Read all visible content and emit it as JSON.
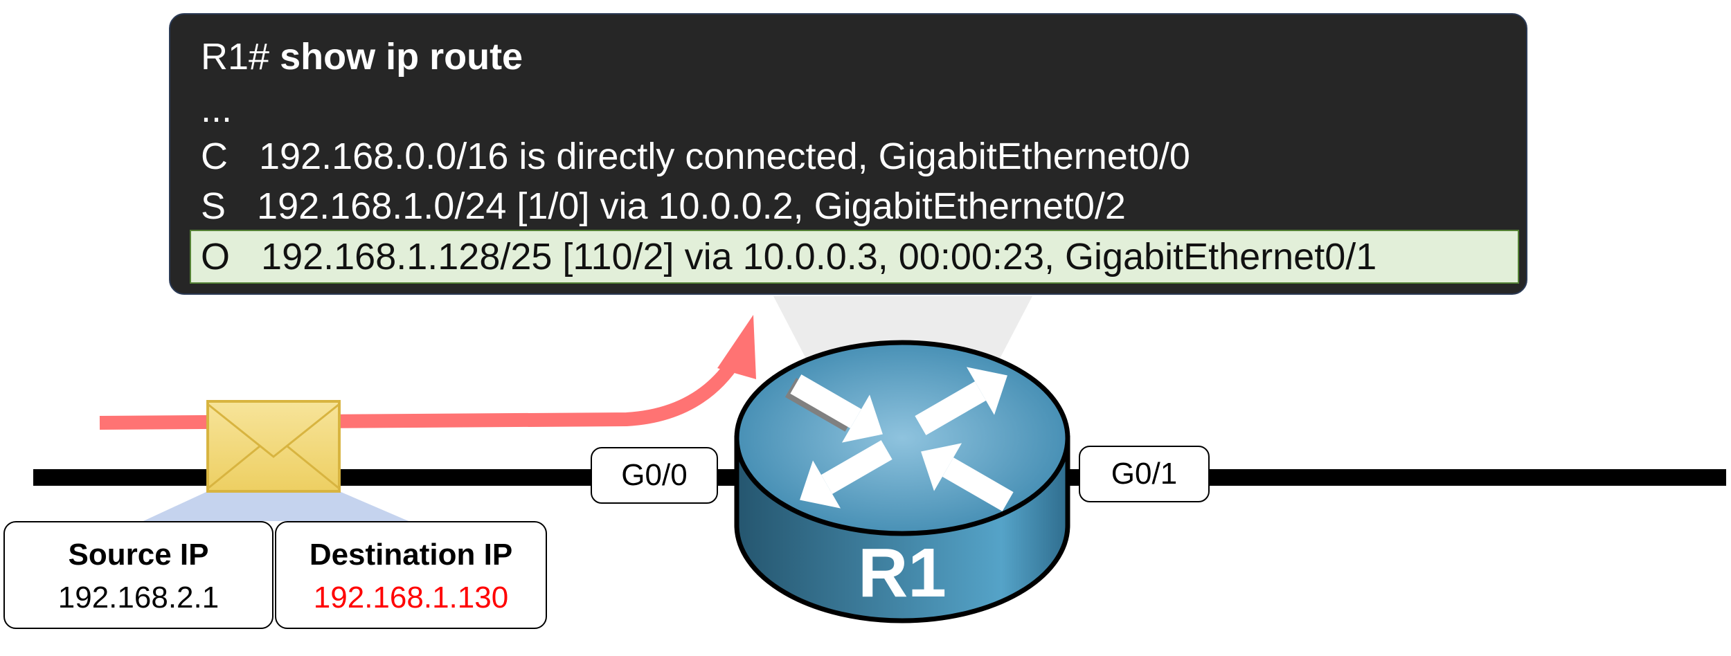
{
  "terminal": {
    "prompt": "R1# ",
    "command": "show ip route",
    "ellipsis": "...",
    "routes": [
      {
        "code": "C",
        "text": "192.168.0.0/16 is directly connected, GigabitEthernet0/0"
      },
      {
        "code": "S",
        "text": "192.168.1.0/24 [1/0] via 10.0.0.2, GigabitEthernet0/2"
      },
      {
        "code": "O",
        "text": "192.168.1.128/25 [110/2] via 10.0.0.3, 00:00:23, GigabitEthernet0/1"
      }
    ]
  },
  "router": {
    "name": "R1",
    "interfaces": [
      "G0/0",
      "G0/1"
    ]
  },
  "packet": {
    "source_label": "Source IP",
    "source_ip": "192.168.2.1",
    "dest_label": "Destination IP",
    "dest_ip": "192.168.1.130"
  },
  "colors": {
    "highlight": "#e2efd9",
    "arrow": "#ff7373",
    "dest_ip": "#ff0000",
    "router": "#3f89ad"
  }
}
